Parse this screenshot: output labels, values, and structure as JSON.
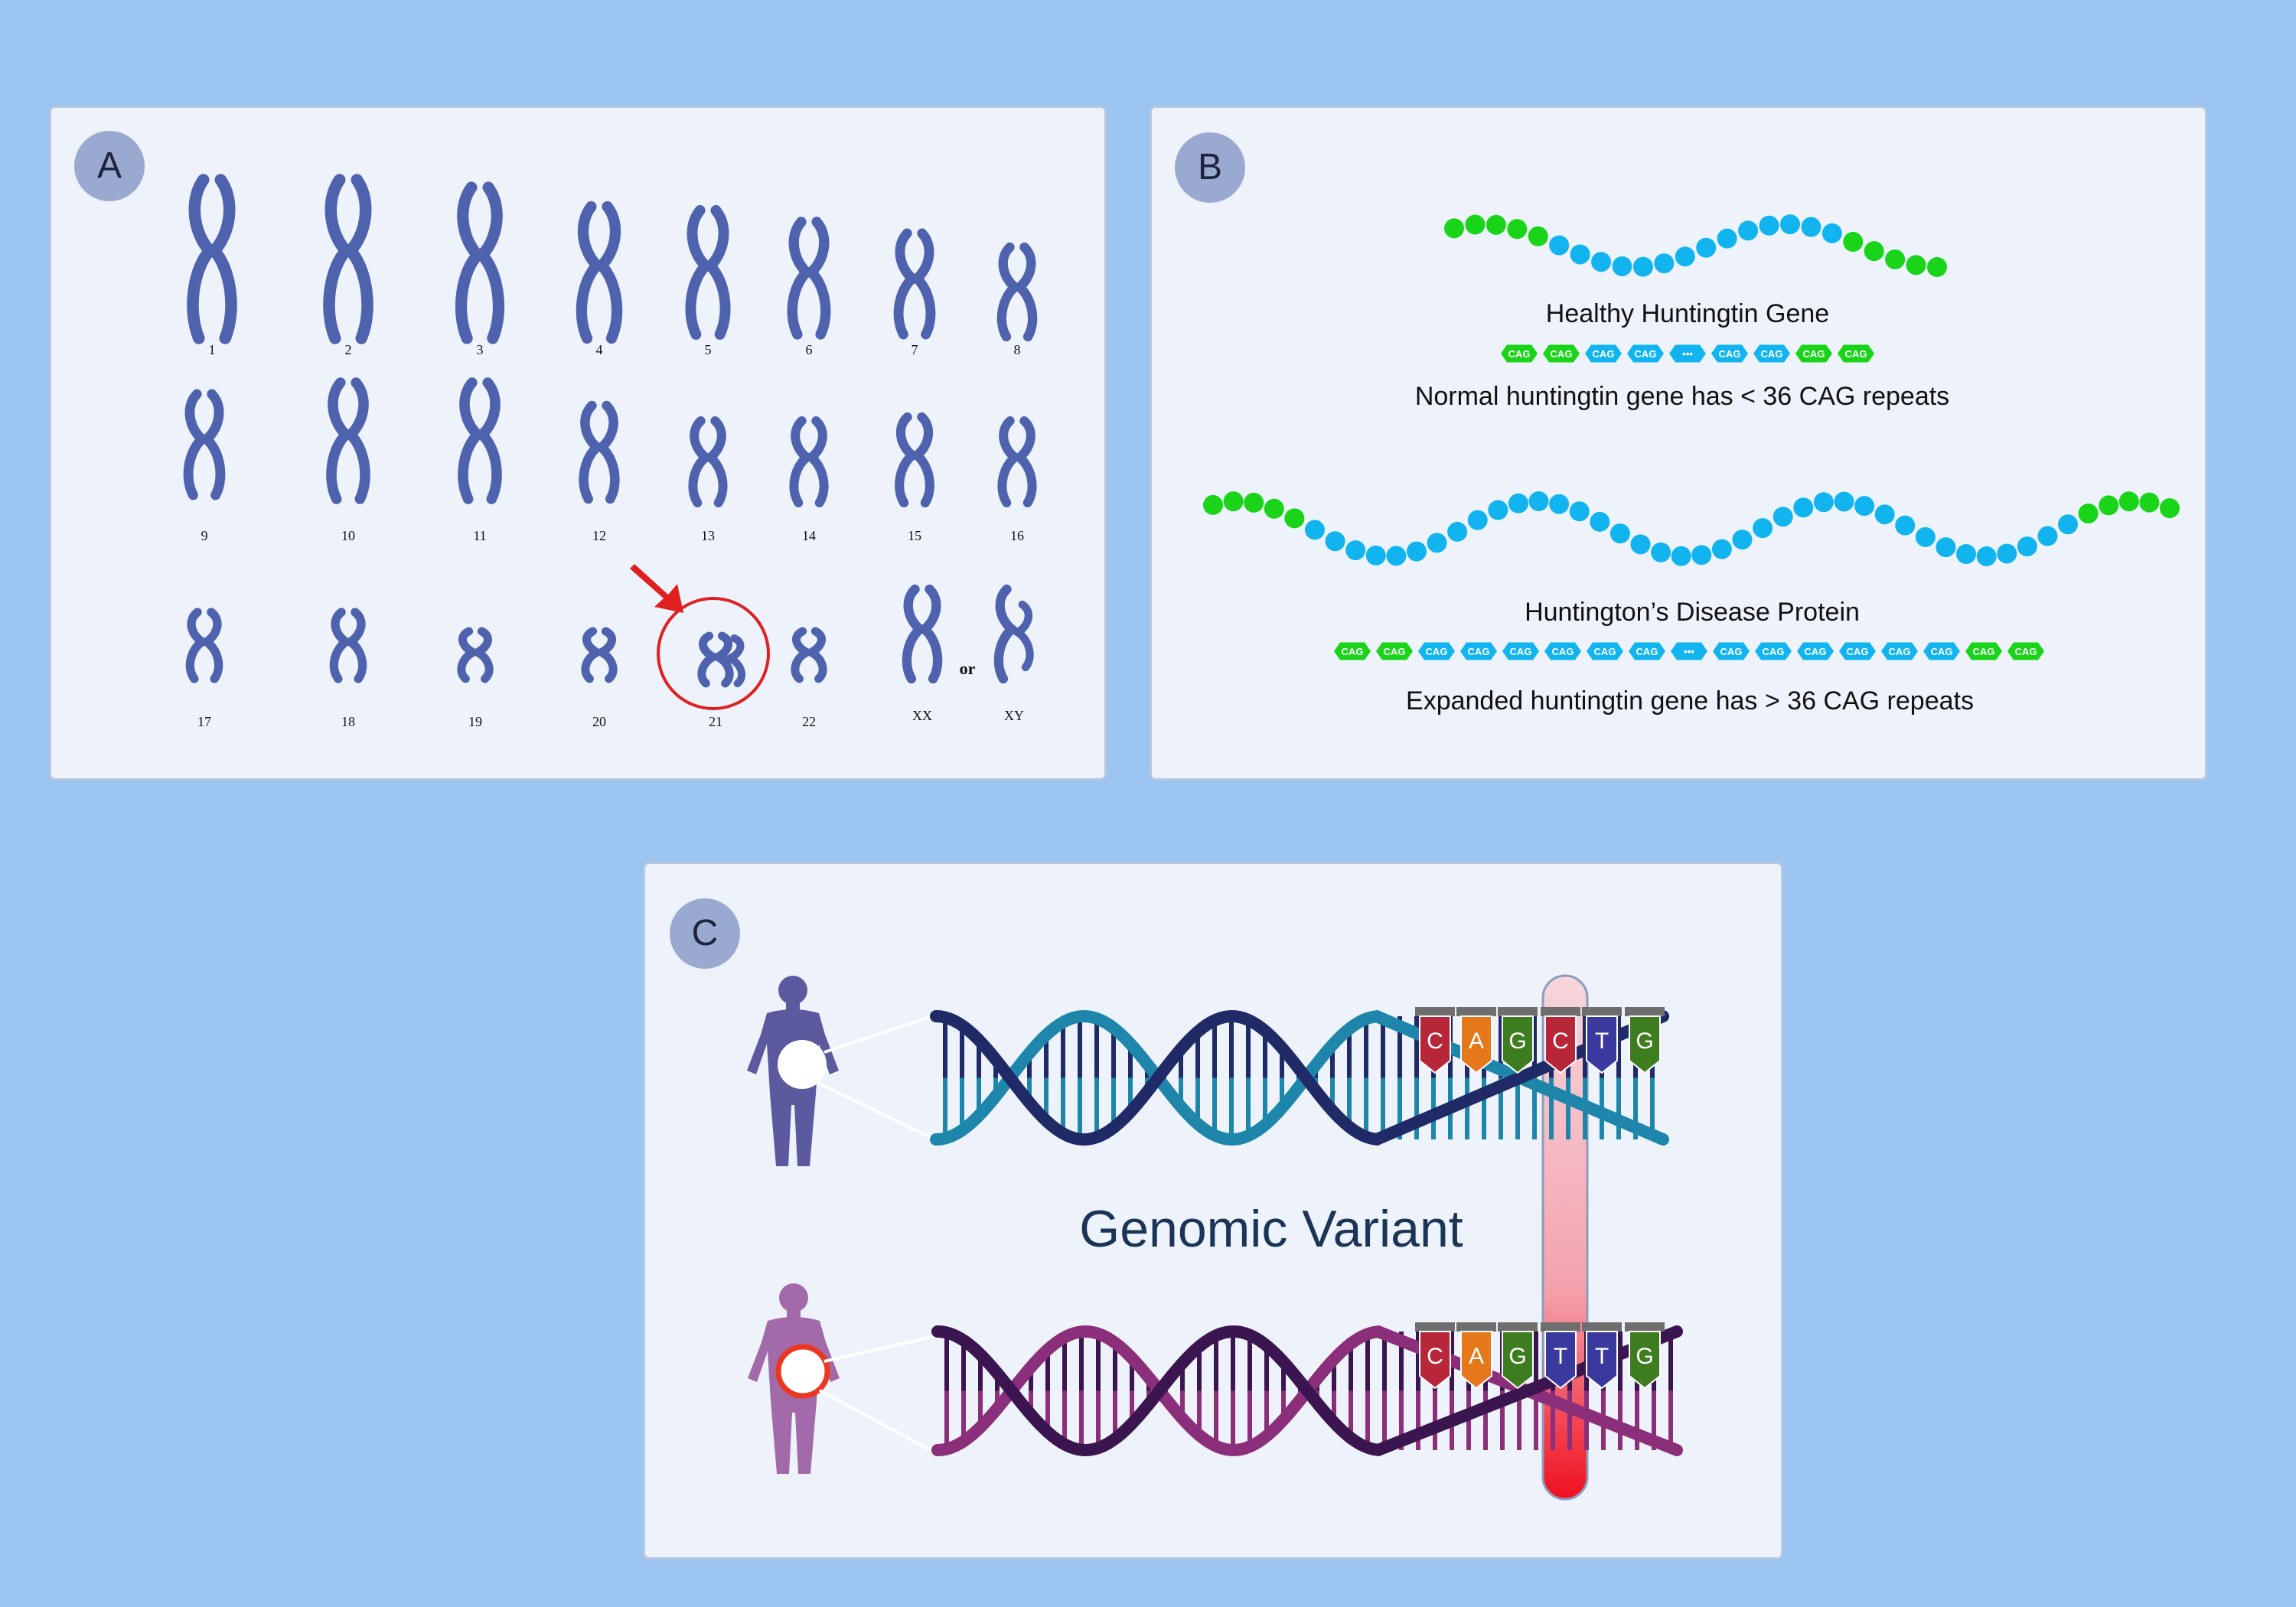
{
  "panels": {
    "a": {
      "badge": "A",
      "chromosome_labels": [
        "1",
        "2",
        "3",
        "4",
        "5",
        "6",
        "7",
        "8",
        "9",
        "10",
        "11",
        "12",
        "13",
        "14",
        "15",
        "16",
        "17",
        "18",
        "19",
        "20",
        "21",
        "22",
        "XX",
        "XY"
      ],
      "or_label": "or",
      "highlighted": "21"
    },
    "b": {
      "badge": "B",
      "healthy_title": "Healthy Huntingtin Gene",
      "healthy_caption": "Normal huntingtin gene has < 36 CAG repeats",
      "disease_title": "Huntington’s Disease Protein",
      "disease_caption": "Expanded huntingtin gene has > 36 CAG repeats",
      "repeat_label": "CAG",
      "ellipsis": "•••"
    },
    "c": {
      "badge": "C",
      "title": "Genomic Variant",
      "reference_sequence": [
        "C",
        "A",
        "G",
        "C",
        "T",
        "G"
      ],
      "variant_sequence": [
        "C",
        "A",
        "G",
        "T",
        "T",
        "G"
      ]
    }
  },
  "colors": {
    "background": "#9cc4f0",
    "chromosome": "#4f62ad",
    "highlight_red": "#e02020",
    "bead_green": "#19d419",
    "bead_blue": "#12b4ef",
    "base_C": "#b8263a",
    "base_A": "#e5781b",
    "base_G": "#3e7d1f",
    "base_T": "#3a3a9e",
    "dna_top": "#1f2a66",
    "dna_top_light": "#1d86aa",
    "dna_bottom": "#3b1550",
    "dna_bottom_light": "#8c2f7a"
  }
}
